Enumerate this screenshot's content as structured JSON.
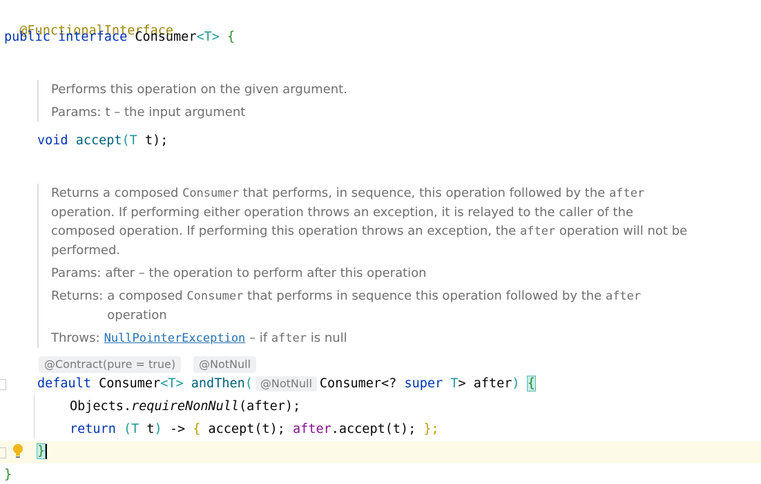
{
  "code": {
    "annotation": "@FunctionalInterface",
    "kw_public": "public",
    "kw_interface": "interface",
    "class_name": "Consumer",
    "type_param": "<T>",
    "open_brace": "{",
    "kw_void": "void",
    "method_accept": "accept",
    "paren_open": "(",
    "type_T": "T",
    "param_t": " t",
    "paren_close_semi": ");",
    "kw_default": "default",
    "consumer_type": "Consumer",
    "method_andThen": "andThen",
    "wild": "? ",
    "kw_super": "super",
    "after_param": "after",
    "line_objects": "Objects.",
    "require_non_null": "requireNonNull",
    "after_call_args": "(after);",
    "kw_return": "return",
    "lambda_arrow": "->",
    "accept_call": "accept(t);",
    "after_ref": "after",
    "after_accept": ".accept",
    "t_arg": "(t);",
    "close_lambda": "};",
    "closing_brace_method": "}",
    "closing_brace_class": "}"
  },
  "doc_accept": {
    "description": "Performs this operation on the given argument.",
    "params_label": "Params:",
    "params_value": "t – the input argument"
  },
  "doc_andThen": {
    "desc_1": "Returns a composed ",
    "desc_consumer": "Consumer",
    "desc_2": " that performs, in sequence, this operation followed by the ",
    "desc_after": "after",
    "desc_3": " operation. If performing either operation throws an exception, it is relayed to the caller of the composed operation. If performing this operation throws an exception, the ",
    "desc_after2": "after",
    "desc_4": " operation will not be performed.",
    "params_label": "Params:",
    "params_value": "after – the operation to perform after this operation",
    "returns_label": "Returns:",
    "returns_1": "a composed ",
    "returns_consumer": "Consumer",
    "returns_2": " that performs in sequence this operation followed by the ",
    "returns_after": "after",
    "returns_3": " operation",
    "throws_label": "Throws:",
    "throws_link": "NullPointerException",
    "throws_1": " – if ",
    "throws_after": "after",
    "throws_2": " is null"
  },
  "inlay_hints": {
    "contract": "@Contract(pure = true)",
    "not_null": "@NotNull",
    "not_null_param": "@NotNull"
  },
  "icons": [
    "lightbulb-icon",
    "gutter-fold-icon"
  ]
}
